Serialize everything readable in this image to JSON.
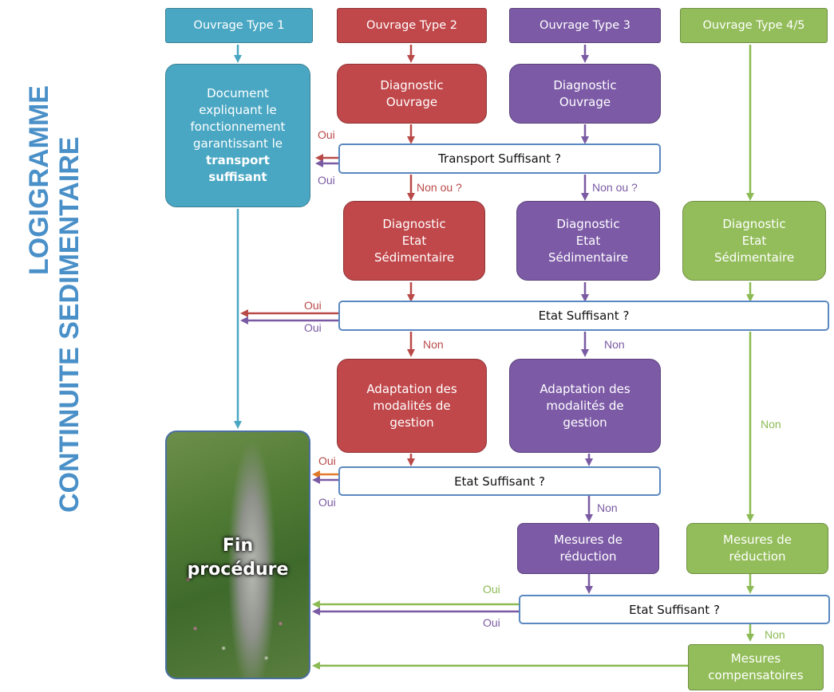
{
  "side_title": {
    "line1": "LOGIGRAMME",
    "line2": "CONTINUITE  SEDIMENTAIRE"
  },
  "colors": {
    "type1": "#4aa7c3",
    "type2": "#c0474a",
    "type3": "#7c5aa6",
    "type4": "#93bd5a",
    "question_border": "#5a88c0",
    "title": "#4a90c8"
  },
  "headers": {
    "t1": "Ouvrage Type 1",
    "t2": "Ouvrage Type 2",
    "t3": "Ouvrage Type 3",
    "t4": "Ouvrage Type 4/5"
  },
  "boxes": {
    "t1_doc_line1": "Document",
    "t1_doc_line2": "expliquant le",
    "t1_doc_line3": "fonctionnement",
    "t1_doc_line4": "garantissant le",
    "t1_doc_bold1": "transport",
    "t1_doc_bold2": "suffisant",
    "t2_diag_ouvrage": [
      "Diagnostic",
      "Ouvrage"
    ],
    "t3_diag_ouvrage": [
      "Diagnostic",
      "Ouvrage"
    ],
    "t2_diag_etat": [
      "Diagnostic",
      "Etat",
      "Sédimentaire"
    ],
    "t3_diag_etat": [
      "Diagnostic",
      "Etat",
      "Sédimentaire"
    ],
    "t4_diag_etat": [
      "Diagnostic",
      "Etat",
      "Sédimentaire"
    ],
    "t2_adapt": [
      "Adaptation des",
      "modalités de",
      "gestion"
    ],
    "t3_adapt": [
      "Adaptation des",
      "modalités de",
      "gestion"
    ],
    "t3_mesures": [
      "Mesures de",
      "réduction"
    ],
    "t4_mesures": [
      "Mesures de",
      "réduction"
    ],
    "t4_comp": [
      "Mesures",
      "compensatoires"
    ]
  },
  "questions": {
    "q1": "Transport Suffisant ?",
    "q2": "Etat Suffisant ?",
    "q3": "Etat Suffisant ?",
    "q4": "Etat Suffisant ?"
  },
  "labels": {
    "oui": "Oui",
    "non": "Non",
    "non_ou": "Non ou ?"
  },
  "end": {
    "line1": "Fin",
    "line2": "procédure"
  }
}
